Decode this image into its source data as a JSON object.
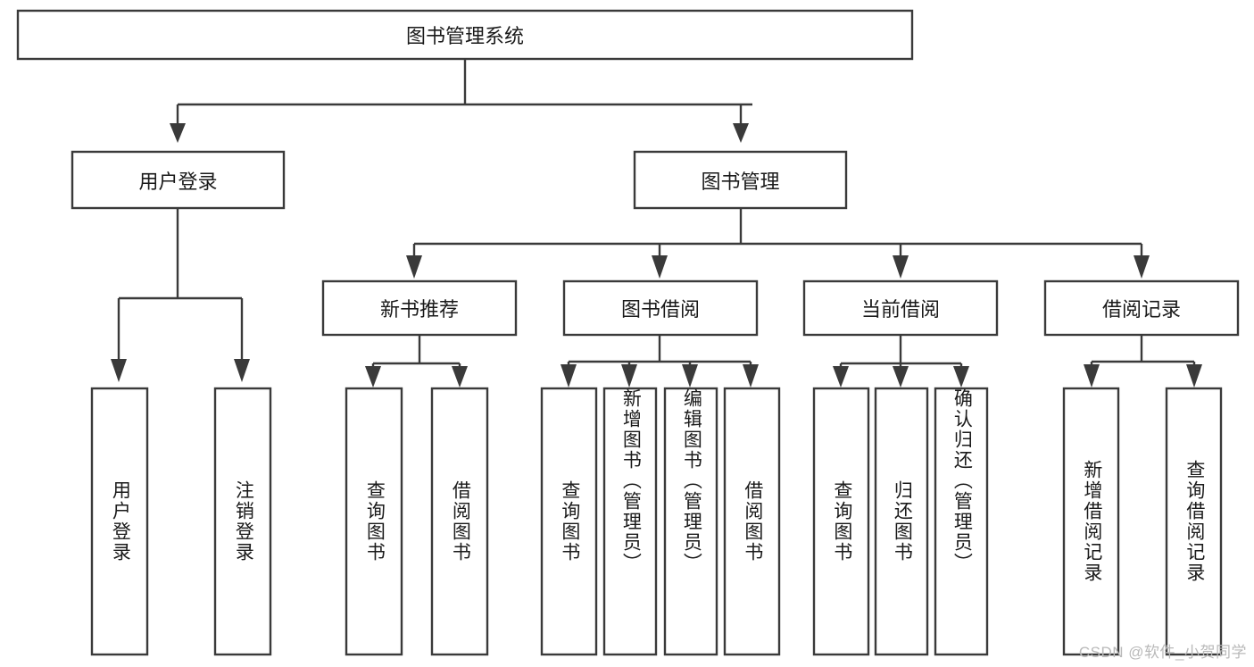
{
  "diagram": {
    "type": "tree",
    "title": "图书管理系统",
    "watermark": "CSDN @软件_小贺同学",
    "colors": {
      "stroke": "#3a3a3a",
      "fill": "#ffffff",
      "text": "#1a1a1a",
      "watermark": "#b9b9b9",
      "background": "#ffffff"
    },
    "root": {
      "id": "root",
      "label": "图书管理系统",
      "orientation": "horizontal"
    },
    "level2": [
      {
        "id": "user-login",
        "label": "用户登录",
        "orientation": "horizontal"
      },
      {
        "id": "book-manage",
        "label": "图书管理",
        "orientation": "horizontal"
      }
    ],
    "level3": [
      {
        "id": "new-book-rec",
        "label": "新书推荐",
        "orientation": "horizontal",
        "parent": "book-manage"
      },
      {
        "id": "book-borrow",
        "label": "图书借阅",
        "orientation": "horizontal",
        "parent": "book-manage"
      },
      {
        "id": "current-borrow",
        "label": "当前借阅",
        "orientation": "horizontal",
        "parent": "book-manage"
      },
      {
        "id": "borrow-record",
        "label": "借阅记录",
        "orientation": "horizontal",
        "parent": "book-manage"
      }
    ],
    "leaves": [
      {
        "id": "leaf-user-login",
        "label": "用户登录",
        "orientation": "vertical",
        "parent": "user-login"
      },
      {
        "id": "leaf-logout",
        "label": "注销登录",
        "orientation": "vertical",
        "parent": "user-login"
      },
      {
        "id": "leaf-query-book-1",
        "label": "查询图书",
        "orientation": "vertical",
        "parent": "new-book-rec"
      },
      {
        "id": "leaf-borrow-book-1",
        "label": "借阅图书",
        "orientation": "vertical",
        "parent": "new-book-rec"
      },
      {
        "id": "leaf-query-book-2",
        "label": "查询图书",
        "orientation": "vertical",
        "parent": "book-borrow"
      },
      {
        "id": "leaf-add-book",
        "label": "新增图书（管理员）",
        "orientation": "vertical",
        "parent": "book-borrow"
      },
      {
        "id": "leaf-edit-book",
        "label": "编辑图书（管理员）",
        "orientation": "vertical",
        "parent": "book-borrow"
      },
      {
        "id": "leaf-borrow-book-2",
        "label": "借阅图书",
        "orientation": "vertical",
        "parent": "book-borrow"
      },
      {
        "id": "leaf-query-book-3",
        "label": "查询图书",
        "orientation": "vertical",
        "parent": "current-borrow"
      },
      {
        "id": "leaf-return-book",
        "label": "归还图书",
        "orientation": "vertical",
        "parent": "current-borrow"
      },
      {
        "id": "leaf-confirm-return",
        "label": "确认归还（管理员）",
        "orientation": "vertical",
        "parent": "current-borrow"
      },
      {
        "id": "leaf-add-record",
        "label": "新增借阅记录",
        "orientation": "vertical",
        "parent": "borrow-record"
      },
      {
        "id": "leaf-query-record",
        "label": "查询借阅记录",
        "orientation": "vertical",
        "parent": "borrow-record"
      }
    ]
  }
}
